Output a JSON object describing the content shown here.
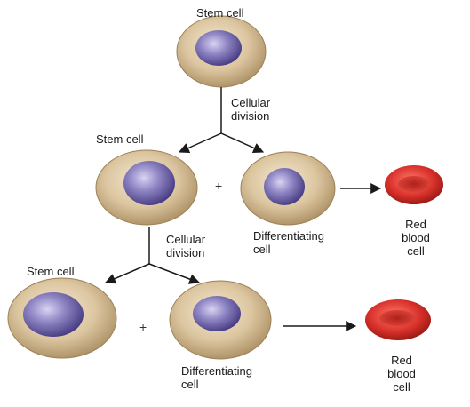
{
  "labels": {
    "top_stem_cell": "Stem cell",
    "division_1": [
      "Cellular",
      "division"
    ],
    "mid_stem_cell": "Stem cell",
    "mid_differentiating": [
      "Differentiating",
      "cell"
    ],
    "mid_rbc": [
      "Red",
      "blood",
      "cell"
    ],
    "division_2": [
      "Cellular",
      "division"
    ],
    "bottom_stem_cell": "Stem cell",
    "bottom_differentiating": [
      "Differentiating",
      "cell"
    ],
    "bottom_rbc": [
      "Red",
      "blood",
      "cell"
    ],
    "plus_sign": "+"
  },
  "colors": {
    "cell_body": "#d8c09a",
    "cell_edge": "#9c8258",
    "nucleus": "#8f86c4",
    "nucleus_dark": "#4a3f86",
    "rbc": "#d8302a",
    "rbc_dark": "#8e1510",
    "arrow": "#1a1a1a"
  }
}
